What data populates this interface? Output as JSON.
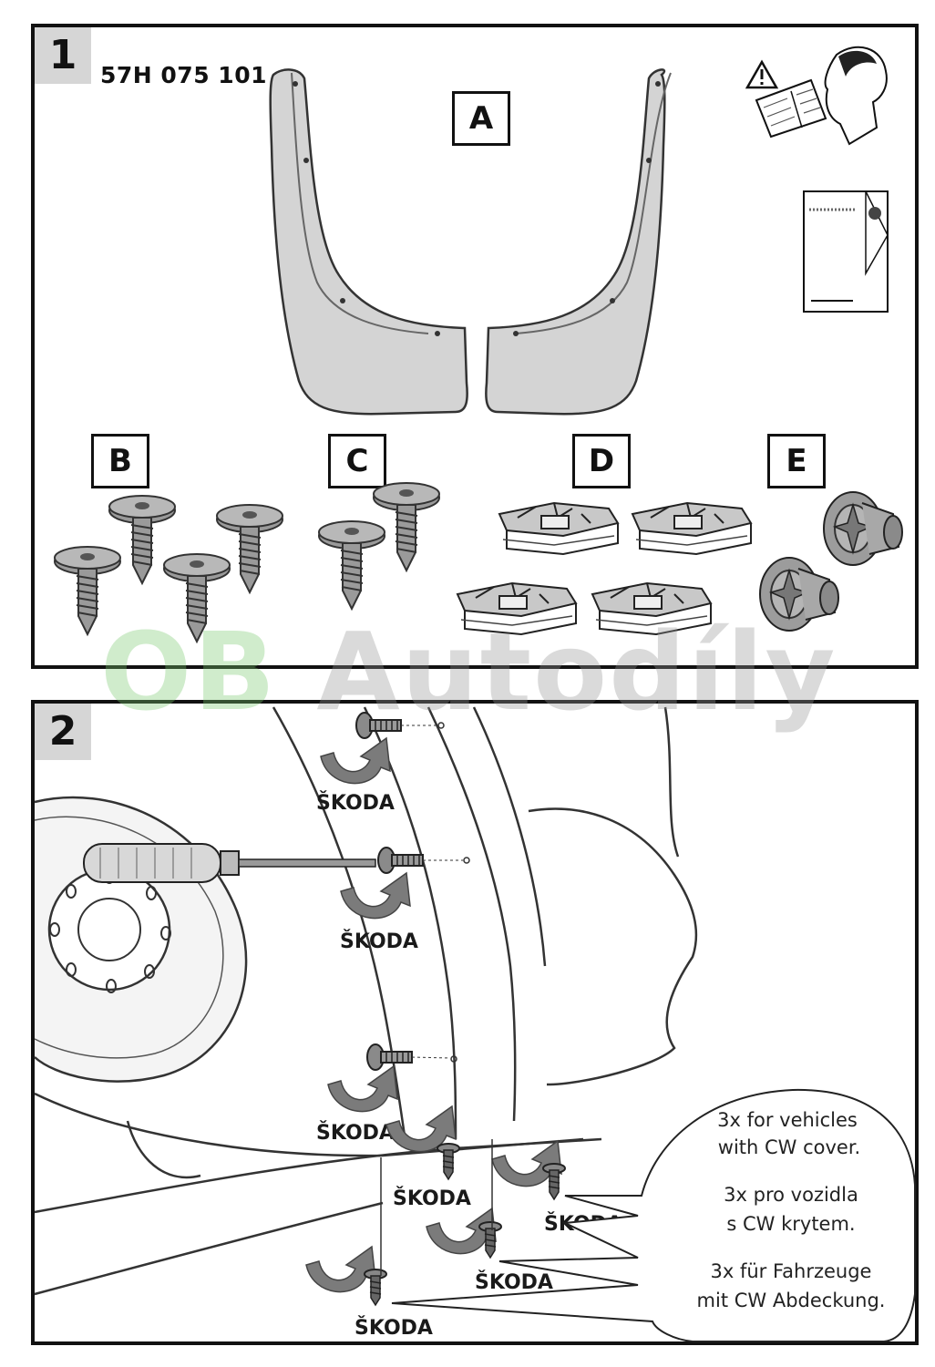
{
  "step1": {
    "number": "1",
    "part_number": "57H 075 101",
    "labels": {
      "a": "A",
      "b": "B",
      "c": "C",
      "d": "D",
      "e": "E"
    }
  },
  "step2": {
    "number": "2",
    "brand_text": "ŠKODA",
    "callout": {
      "en_line1": "3x for vehicles",
      "en_line2": "with CW cover.",
      "cs_line1": "3x pro vozidla",
      "cs_line2": "s CW krytem.",
      "de_line1": "3x für Fahrzeuge",
      "de_line2": "mit CW Abdeckung."
    }
  },
  "watermark": {
    "part1": "OB",
    "part2": "Autodíly"
  },
  "icons": [
    "warning-icon",
    "reading-person-icon",
    "instruction-sheet-icon",
    "screwdriver-icon",
    "rotation-arrow-icon"
  ]
}
